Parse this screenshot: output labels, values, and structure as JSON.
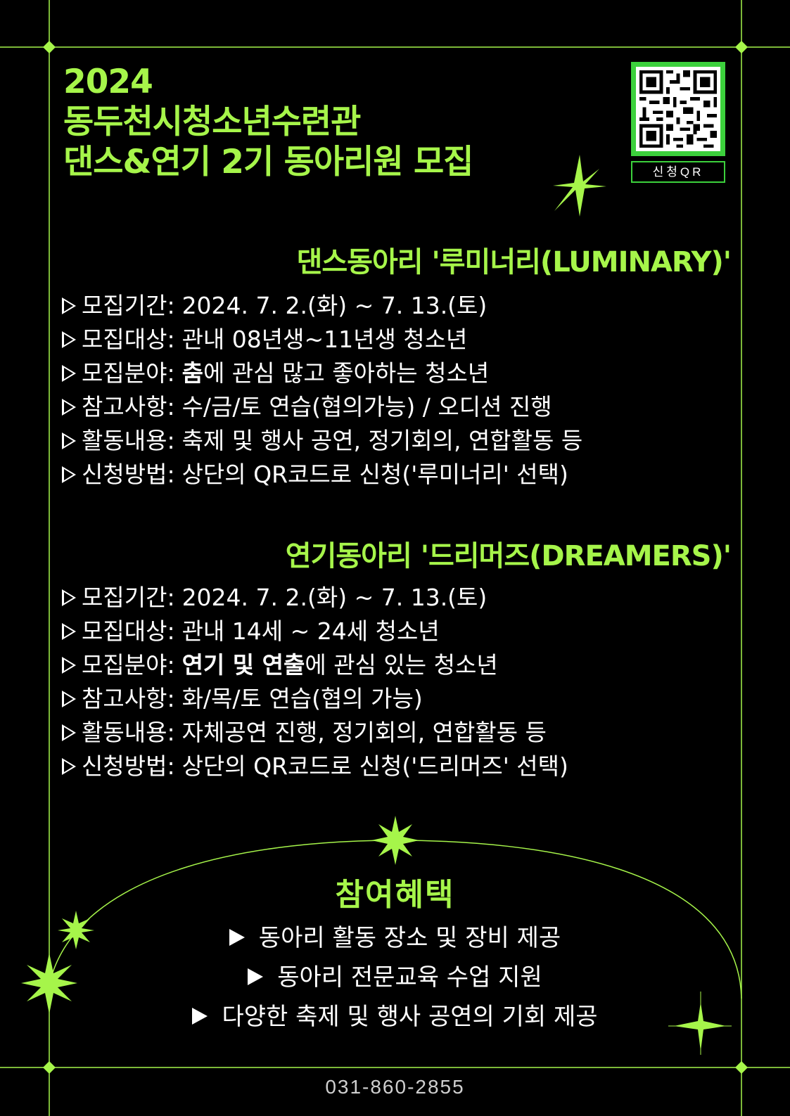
{
  "colors": {
    "accent": "#a6f54a",
    "qr_border": "#3cd13c",
    "background": "#000000",
    "text": "#ffffff"
  },
  "title": {
    "line1": "2024",
    "line2": "동두천시청소년수련관",
    "line3": "댄스&연기 2기 동아리원 모집"
  },
  "qr": {
    "label": "신청QR",
    "icon": "qr-code-icon"
  },
  "dance": {
    "heading": "댄스동아리 '루미너리(LUMINARY)'",
    "items": [
      {
        "label": "모집기간:",
        "value": "2024. 7. 2.(화) ~ 7. 13.(토)"
      },
      {
        "label": "모집대상:",
        "value": "관내 08년생~11년생 청소년"
      },
      {
        "label": "모집분야:",
        "emph": "춤",
        "value": "에 관심 많고 좋아하는 청소년"
      },
      {
        "label": "참고사항:",
        "value": "수/금/토 연습(협의가능) / 오디션 진행"
      },
      {
        "label": "활동내용:",
        "value": "축제 및 행사 공연, 정기회의, 연합활동 등"
      },
      {
        "label": "신청방법:",
        "value": "상단의 QR코드로 신청('루미너리' 선택)"
      }
    ]
  },
  "acting": {
    "heading": "연기동아리 '드리머즈(DREAMERS)'",
    "items": [
      {
        "label": "모집기간:",
        "value": "2024. 7. 2.(화) ~ 7. 13.(토)"
      },
      {
        "label": "모집대상:",
        "value": "관내 14세 ~ 24세 청소년"
      },
      {
        "label": "모집분야:",
        "emph": "연기 및 연출",
        "value": "에 관심 있는 청소년"
      },
      {
        "label": "참고사항:",
        "value": "화/목/토 연습(협의 가능)"
      },
      {
        "label": "활동내용:",
        "value": "자체공연 진행, 정기회의, 연합활동 등"
      },
      {
        "label": "신청방법:",
        "value": "상단의 QR코드로 신청('드리머즈' 선택)"
      }
    ]
  },
  "benefits": {
    "title": "참여혜택",
    "items": [
      "동아리 활동 장소 및 장비 제공",
      "동아리 전문교육 수업 지원",
      "다양한 축제 및 행사 공연의 기회 제공"
    ]
  },
  "footer": {
    "phone": "031-860-2855"
  }
}
